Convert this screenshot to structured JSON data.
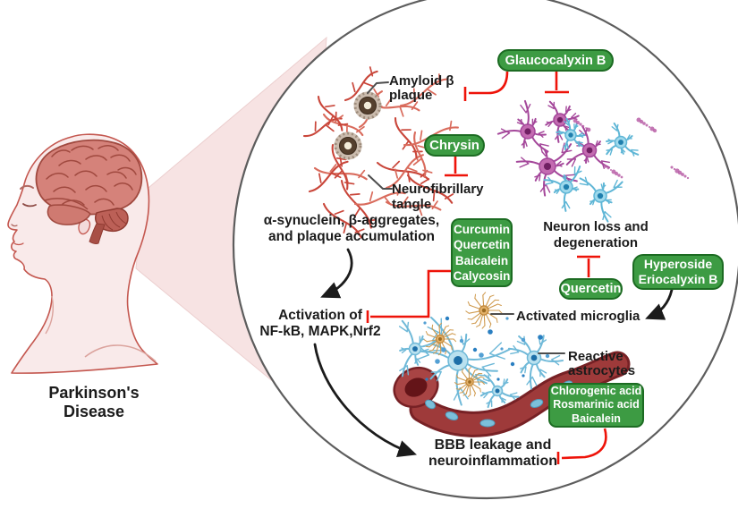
{
  "figure_title": {
    "lines": [
      "Parkinson's",
      "Disease"
    ]
  },
  "zoom_view": {
    "pathology_labels": {
      "amyloid_plaque": [
        "Amyloid β",
        "plaque"
      ],
      "neurofibrillary_tangle": [
        "Neurofibrillary",
        "tangle"
      ],
      "synuclein": [
        "α-synuclein, β-aggregates,",
        "and plaque accumulation"
      ],
      "neuron_loss": [
        "Neuron loss and",
        "degeneration"
      ],
      "activation": [
        "Activation of",
        "NF-kB, MAPK,Nrf2"
      ],
      "activated_microglia": "Activated microglia",
      "reactive_astrocytes": [
        "Reactive",
        "astrocytes"
      ],
      "bbb": [
        "BBB leakage and",
        "neuroinflammation"
      ]
    },
    "compounds": {
      "glaucocalyxin": "Glaucocalyxin B",
      "chrysin": "Chrysin",
      "kinase_inhibitors": [
        "Curcumin",
        "Quercetin",
        "Baicalein",
        "Calycosin"
      ],
      "quercetin": "Quercetin",
      "microglia_inhibitors": [
        "Hyperoside",
        "Eriocalyxin B"
      ],
      "bbb_inhibitors": [
        "Chlorogenic acid",
        "Rosmarinic acid",
        "Baicalein"
      ]
    }
  },
  "colors": {
    "compound_fill": "#3d9b43",
    "compound_border": "#1c6b22",
    "inhibit_red": "#ee1309",
    "arrow_black": "#1b1b1b"
  }
}
